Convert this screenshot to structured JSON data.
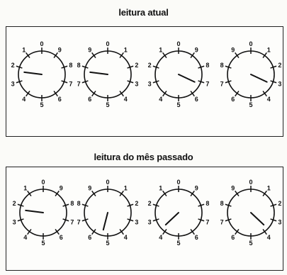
{
  "current_reading": {
    "title": "leitura atual",
    "dials": [
      {
        "numbers": [
          "0",
          "9",
          "8",
          "7",
          "6",
          "5",
          "4",
          "3",
          "2",
          "1"
        ],
        "pointer_position": 2.3
      },
      {
        "numbers": [
          "0",
          "1",
          "2",
          "3",
          "4",
          "5",
          "6",
          "7",
          "8",
          "9"
        ],
        "pointer_position": 7.7
      },
      {
        "numbers": [
          "0",
          "9",
          "8",
          "7",
          "6",
          "5",
          "4",
          "3",
          "2",
          "1"
        ],
        "pointer_position": 6.8
      },
      {
        "numbers": [
          "0",
          "1",
          "2",
          "3",
          "4",
          "5",
          "6",
          "7",
          "8",
          "9"
        ],
        "pointer_position": 3.2
      }
    ]
  },
  "last_month_reading": {
    "title": "leitura do mês passado",
    "dials": [
      {
        "numbers": [
          "0",
          "9",
          "8",
          "7",
          "6",
          "5",
          "4",
          "3",
          "2",
          "1"
        ],
        "pointer_position": 2.3
      },
      {
        "numbers": [
          "0",
          "1",
          "2",
          "3",
          "4",
          "5",
          "6",
          "7",
          "8",
          "9"
        ],
        "pointer_position": 5.4
      },
      {
        "numbers": [
          "0",
          "9",
          "8",
          "7",
          "6",
          "5",
          "4",
          "3",
          "2",
          "1"
        ],
        "pointer_position": 3.7
      },
      {
        "numbers": [
          "0",
          "1",
          "2",
          "3",
          "4",
          "5",
          "6",
          "7",
          "8",
          "9"
        ],
        "pointer_position": 3.7
      }
    ]
  },
  "colors": {
    "ink": "#111111",
    "paper": "#fdfdfb"
  }
}
